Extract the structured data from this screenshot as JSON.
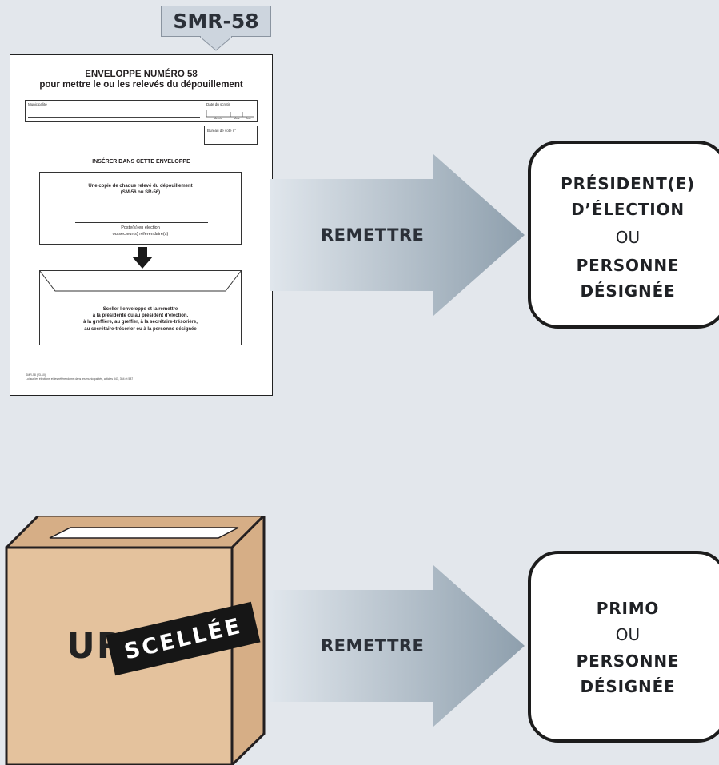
{
  "tag": {
    "label": "SMR-58"
  },
  "form": {
    "title_line1": "ENVELOPPE NUMÉRO 58",
    "title_line2": "pour mettre le ou les relevés du dépouillement",
    "field_municipalite": "Municipalité",
    "field_date": "Date du scrutin",
    "date_annee": "Année",
    "date_mois": "Mois",
    "date_jour": "Jour",
    "field_bureau": "Bureau de vote n°",
    "insert_heading": "INSÉRER DANS CETTE ENVELOPPE",
    "copy_line1": "Une copie de chaque relevé du dépouillement",
    "copy_line2": "(SM-56 ou SR-56)",
    "poste_line1": "Poste(s) en élection",
    "poste_line2": "ou secteur(s) référendaire(s)",
    "seal_line1": "Sceller l'enveloppe et la remettre",
    "seal_line2": "à la présidente ou au président d'élection,",
    "seal_line3": "à la greffière, au greffier, à la secrétaire-trésorière,",
    "seal_line4": "au secrétaire-trésorier ou à la personne désignée",
    "footer_line1": "SMR-58 (23-10)",
    "footer_line2": "Loi sur les élections et les référendums dans les municipalités, articles 347, 354 et 587"
  },
  "arrow1": {
    "label": "REMETTRE"
  },
  "arrow2": {
    "label": "REMETTRE"
  },
  "recipient1": {
    "line1": "PRÉSIDENT(E)",
    "line2": "D’ÉLECTION",
    "ou": "OU",
    "line3": "PERSONNE",
    "line4": "DÉSIGNÉE"
  },
  "recipient2": {
    "line1": "PRIMO",
    "ou": "OU",
    "line2": "PERSONNE",
    "line3": "DÉSIGNÉE"
  },
  "ballot_box": {
    "label": "URNE",
    "seal_label": "SCELLÉE"
  },
  "colors": {
    "background": "#e3e7ec",
    "tag_fill": "#cdd5de",
    "box_front": "#e4c29d",
    "box_side": "#d6ae86",
    "arrow_start": "#e0e6ec",
    "arrow_end": "#8e9fad"
  }
}
